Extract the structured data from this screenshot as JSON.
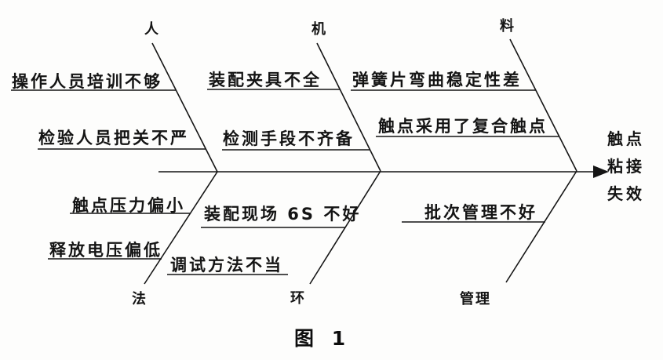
{
  "figure": {
    "caption": "图 1",
    "effect_lines": [
      "触点",
      "粘接",
      "失效"
    ],
    "categories": {
      "man": {
        "label": "人",
        "causes": [
          "操作人员培训不够",
          "检验人员把关不严"
        ]
      },
      "machine": {
        "label": "机",
        "causes": [
          "装配夹具不全",
          "检测手段不齐备"
        ]
      },
      "material": {
        "label": "料",
        "causes": [
          "弹簧片弯曲稳定性差",
          "触点采用了复合触点"
        ]
      },
      "method": {
        "label": "法",
        "causes": [
          "触点压力偏小",
          "释放电压偏低"
        ]
      },
      "environment": {
        "label": "环",
        "causes": [
          "装配现场 6S 不好",
          "调试方法不当"
        ]
      },
      "management": {
        "label": "管理",
        "causes": [
          "批次管理不好"
        ]
      }
    },
    "colors": {
      "ink": "#151515",
      "paper": "#fdfdfc"
    }
  }
}
